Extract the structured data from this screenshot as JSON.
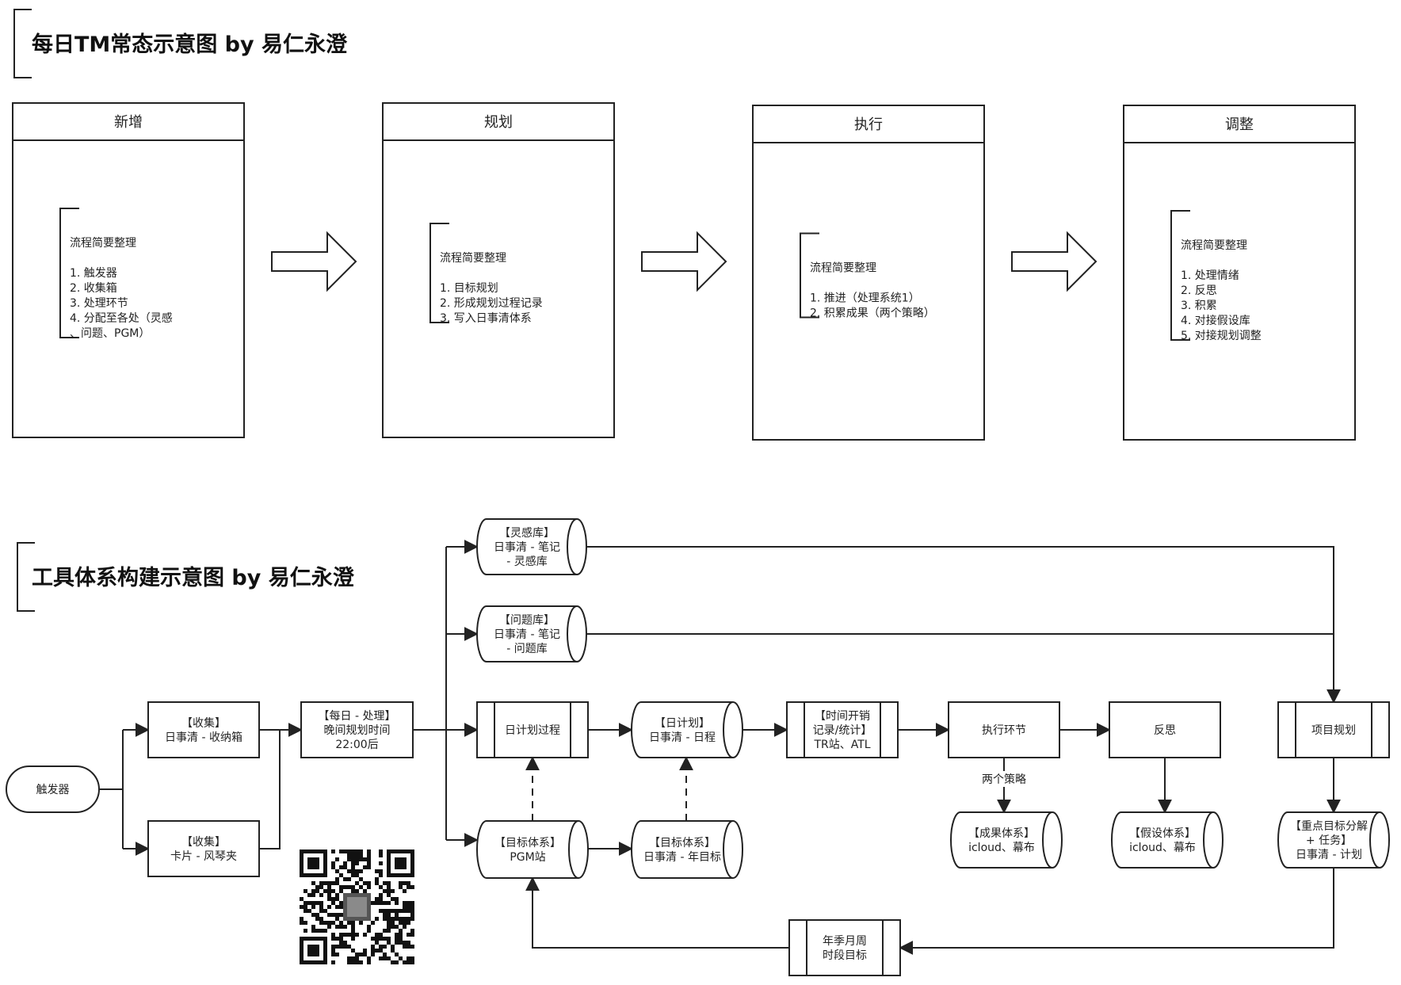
{
  "titles": {
    "top": "每日TM常态示意图 by 易仁永澄",
    "bottom": "工具体系构建示意图 by 易仁永澄"
  },
  "stages": [
    {
      "name": "新增",
      "lines": [
        "流程简要整理",
        "",
        "1. 触发器",
        "2. 收集箱",
        "3. 处理环节",
        "4. 分配至各处（灵感",
        "、问题、PGM）"
      ]
    },
    {
      "name": "规划",
      "lines": [
        "流程简要整理",
        "",
        "1. 目标规划",
        "2. 形成规划过程记录",
        "3. 写入日事清体系"
      ]
    },
    {
      "name": "执行",
      "lines": [
        "流程简要整理",
        "",
        "1. 推进（处理系统1）",
        "2. 积累成果（两个策略）"
      ]
    },
    {
      "name": "调整",
      "lines": [
        "流程简要整理",
        "",
        "1. 处理情绪",
        "2. 反思",
        "3. 积累",
        "4. 对接假设库",
        "5. 对接规划调整"
      ]
    }
  ],
  "nodes": {
    "trigger": [
      "触发器"
    ],
    "collect1": [
      "【收集】",
      "日事清 - 收纳箱"
    ],
    "collect2": [
      "【收集】",
      "卡片 - 风琴夹"
    ],
    "daily": [
      "【每日 - 处理】",
      "晚间规划时间",
      "22:00后"
    ],
    "inspiration": [
      "【灵感库】",
      "日事清 - 笔记",
      "- 灵感库"
    ],
    "issues": [
      "【问题库】",
      "日事清 - 笔记",
      "- 问题库"
    ],
    "dayplan_proc": [
      "日计划过程"
    ],
    "dayplan": [
      "【日计划】",
      "日事清 - 日程"
    ],
    "timelog": [
      "【时间开销",
      "记录/统计】",
      "TR站、ATL"
    ],
    "execute": [
      "执行环节"
    ],
    "reflect": [
      "反思"
    ],
    "project": [
      "项目规划"
    ],
    "goal1": [
      "【目标体系】",
      "PGM站"
    ],
    "goal2": [
      "【目标体系】",
      "日事清 - 年目标"
    ],
    "results": [
      "【成果体系】",
      "icloud、幕布"
    ],
    "hypothesis": [
      "【假设体系】",
      "icloud、幕布"
    ],
    "keygoal": [
      "【重点目标分解",
      "+ 任务】",
      "日事清 - 计划"
    ],
    "period": [
      "年季月周",
      "时段目标"
    ]
  },
  "edge_labels": {
    "strategies": "两个策略"
  }
}
